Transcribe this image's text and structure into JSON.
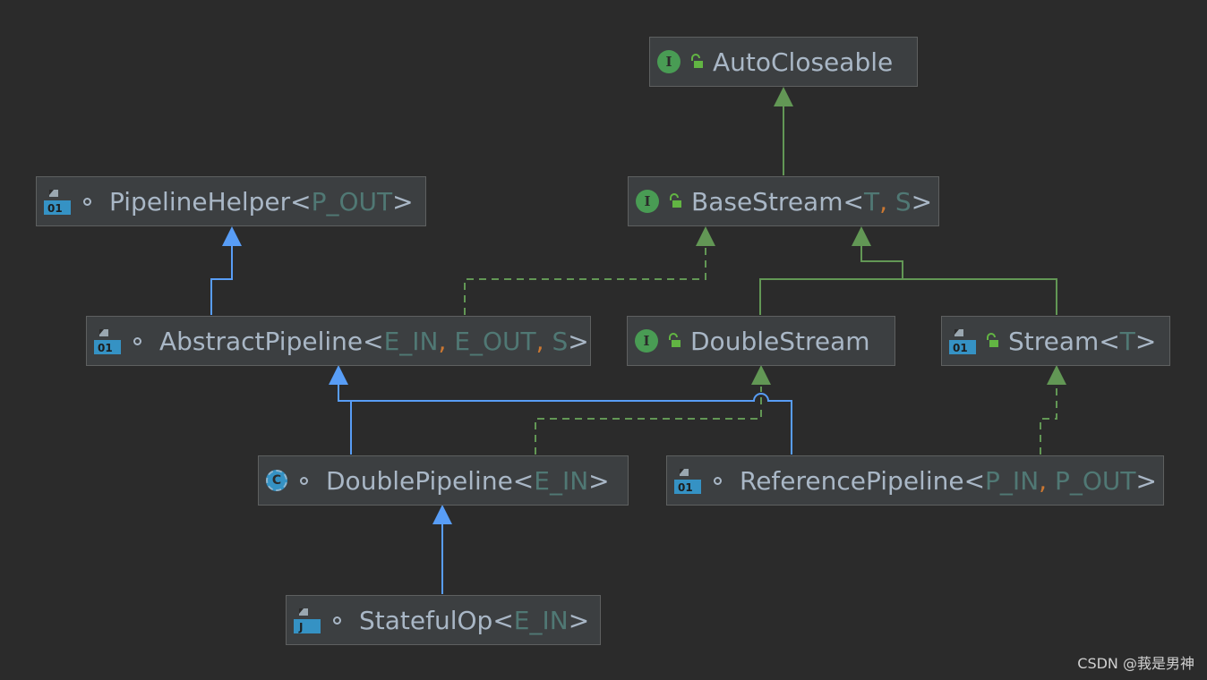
{
  "nodes": {
    "autocloseable": {
      "icon": "interface-icon",
      "visibility": "public-lock-icon",
      "name": "AutoCloseable",
      "badge": "I"
    },
    "basestream": {
      "icon": "interface-icon",
      "visibility": "public-lock-icon",
      "name": "BaseStream",
      "params": [
        "T",
        "S"
      ],
      "badge": "I"
    },
    "pipelinehelper": {
      "icon": "abstract-class-file-icon",
      "visibility": "package-dot-icon",
      "name": "PipelineHelper",
      "params": [
        "P_OUT"
      ],
      "file_label": "01"
    },
    "abstractpipeline": {
      "icon": "abstract-class-file-icon",
      "visibility": "package-dot-icon",
      "name": "AbstractPipeline",
      "params": [
        "E_IN",
        "E_OUT",
        "S"
      ],
      "file_label": "01"
    },
    "doublestream": {
      "icon": "interface-icon",
      "visibility": "public-lock-icon",
      "name": "DoubleStream",
      "badge": "I"
    },
    "stream": {
      "icon": "abstract-class-file-icon",
      "visibility": "public-lock-icon",
      "name": "Stream",
      "params": [
        "T"
      ],
      "file_label": "01"
    },
    "doublepipeline": {
      "icon": "abstract-class-icon",
      "visibility": "package-dot-icon",
      "name": "DoublePipeline",
      "params": [
        "E_IN"
      ],
      "badge": "C"
    },
    "referencepipeline": {
      "icon": "abstract-class-file-icon",
      "visibility": "package-dot-icon",
      "name": "ReferencePipeline",
      "params": [
        "P_IN",
        "P_OUT"
      ],
      "file_label": "01"
    },
    "statefulop": {
      "icon": "java-file-icon",
      "visibility": "package-dot-icon",
      "name": "StatefulOp",
      "params": [
        "E_IN"
      ],
      "file_label": "J"
    }
  },
  "edges": [
    {
      "from": "BaseStream",
      "to": "AutoCloseable",
      "kind": "extends-interface"
    },
    {
      "from": "AbstractPipeline",
      "to": "PipelineHelper",
      "kind": "extends-class"
    },
    {
      "from": "AbstractPipeline",
      "to": "BaseStream",
      "kind": "implements"
    },
    {
      "from": "DoubleStream",
      "to": "BaseStream",
      "kind": "extends-interface"
    },
    {
      "from": "Stream",
      "to": "BaseStream",
      "kind": "extends-interface"
    },
    {
      "from": "DoublePipeline",
      "to": "AbstractPipeline",
      "kind": "extends-class"
    },
    {
      "from": "ReferencePipeline",
      "to": "AbstractPipeline",
      "kind": "extends-class"
    },
    {
      "from": "DoublePipeline",
      "to": "DoubleStream",
      "kind": "implements"
    },
    {
      "from": "ReferencePipeline",
      "to": "Stream",
      "kind": "implements"
    },
    {
      "from": "StatefulOp",
      "to": "DoublePipeline",
      "kind": "extends-class"
    }
  ],
  "colors": {
    "background": "#2b2b2b",
    "node_fill": "#3c3f41",
    "class_edge": "#589df6",
    "interface_edge": "#629755",
    "type_param": "#507874",
    "separator": "#cc7832",
    "text": "#a9b7c6"
  },
  "watermark": "CSDN @莪是男神"
}
